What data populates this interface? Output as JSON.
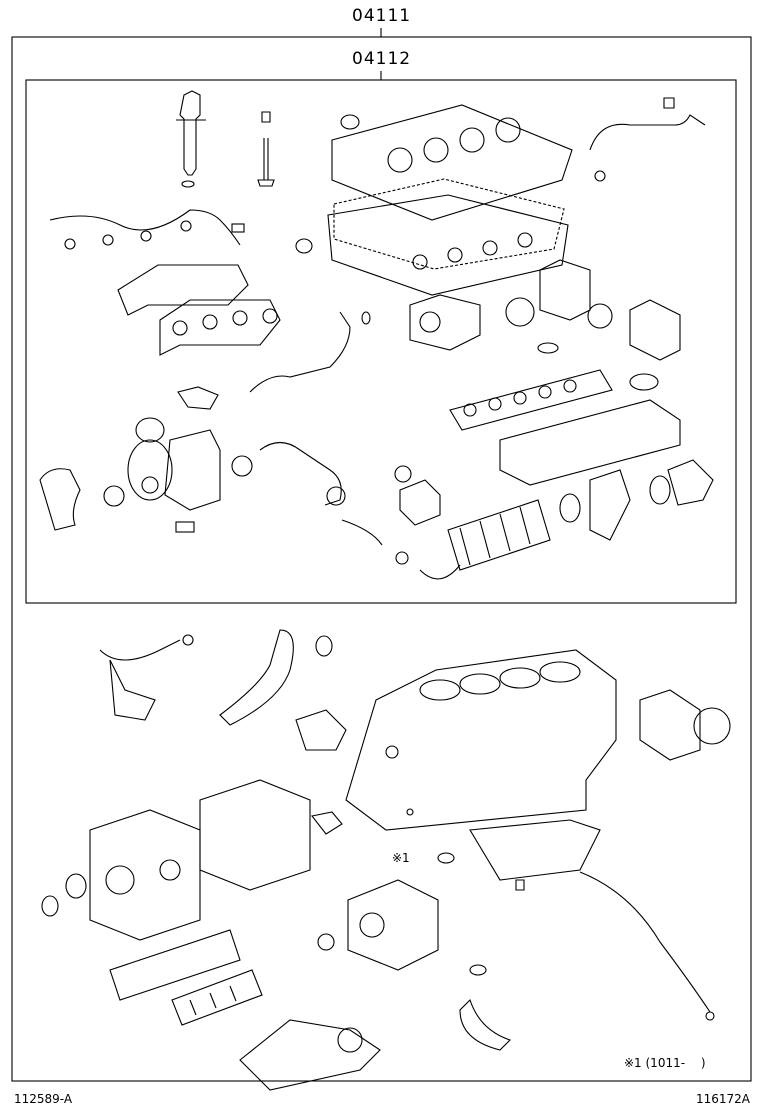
{
  "callouts": {
    "outer_kit": "04111",
    "inner_kit": "04112",
    "note_marker": "※1",
    "note_text": "※1 (1011-　 )"
  },
  "footer": {
    "left_code": "112589-A",
    "right_code": "116172A"
  }
}
